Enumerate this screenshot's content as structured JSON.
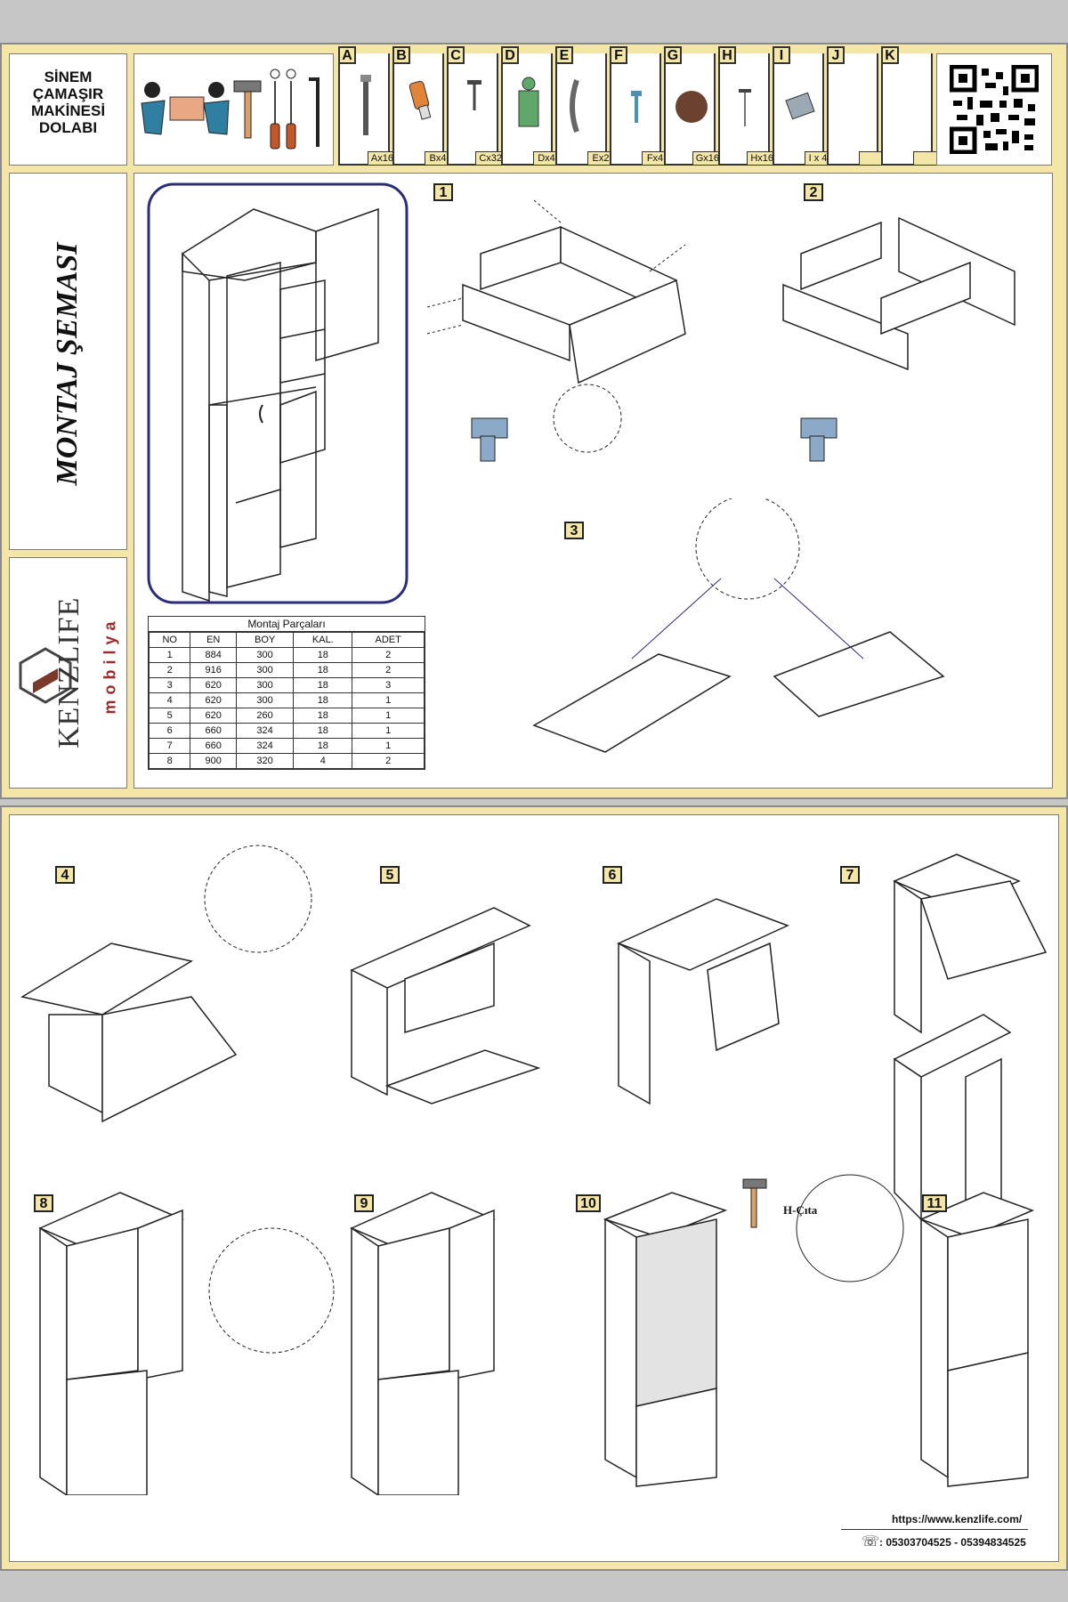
{
  "product_title": "SİNEM ÇAMAŞIR MAKİNESİ DOLABI",
  "title_lines": [
    "SİNEM",
    "ÇAMAŞIR",
    "MAKİNESİ",
    "DOLABI"
  ],
  "diagram_title": "MONTAJ ŞEMASI",
  "brand": {
    "name": "KENZLIFE",
    "sub": "mobilya"
  },
  "hardware": [
    {
      "letter": "A",
      "qty": "Ax16",
      "icon": "dowel-screw-icon"
    },
    {
      "letter": "B",
      "qty": "Bx4",
      "icon": "wood-dowel-icon"
    },
    {
      "letter": "C",
      "qty": "Cx32",
      "icon": "screw-icon"
    },
    {
      "letter": "D",
      "qty": "Dx4",
      "icon": "hinge-icon"
    },
    {
      "letter": "E",
      "qty": "Ex2",
      "icon": "handle-icon"
    },
    {
      "letter": "F",
      "qty": "Fx4",
      "icon": "handle-bolt-icon"
    },
    {
      "letter": "G",
      "qty": "Gx16",
      "icon": "cover-cap-icon"
    },
    {
      "letter": "H",
      "qty": "Hx16",
      "icon": "nail-icon"
    },
    {
      "letter": "I",
      "qty": "I x 4",
      "icon": "connector-bracket-icon"
    },
    {
      "letter": "J",
      "qty": "",
      "icon": ""
    },
    {
      "letter": "K",
      "qty": "",
      "icon": ""
    }
  ],
  "parts_table": {
    "caption": "Montaj Parçaları",
    "headers": [
      "NO",
      "EN",
      "BOY",
      "KAL.",
      "ADET"
    ],
    "rows": [
      [
        "1",
        "884",
        "300",
        "18",
        "2"
      ],
      [
        "2",
        "916",
        "300",
        "18",
        "2"
      ],
      [
        "3",
        "620",
        "300",
        "18",
        "3"
      ],
      [
        "4",
        "620",
        "300",
        "18",
        "1"
      ],
      [
        "5",
        "620",
        "260",
        "18",
        "1"
      ],
      [
        "6",
        "660",
        "324",
        "18",
        "1"
      ],
      [
        "7",
        "660",
        "324",
        "18",
        "1"
      ],
      [
        "8",
        "900",
        "320",
        "4",
        "2"
      ]
    ]
  },
  "steps": [
    "1",
    "2",
    "3",
    "4",
    "5",
    "6",
    "7",
    "8",
    "9",
    "10",
    "11"
  ],
  "callout_h_strip": "H-Çıta",
  "website": "https://www.kenzlife.com/",
  "phones": ": 05303704525 - 05394834525"
}
